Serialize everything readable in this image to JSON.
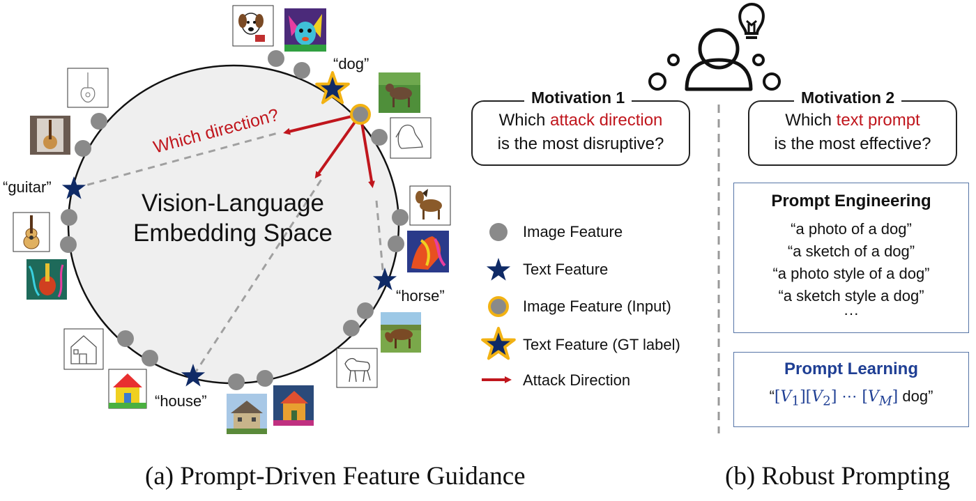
{
  "left": {
    "space_label_line1": "Vision-Language",
    "space_label_line2": "Embedding Space",
    "question": "Which direction?",
    "class_labels": {
      "dog": "“dog”",
      "guitar": "“guitar”",
      "horse": "“horse”",
      "house": "“house”"
    },
    "image_thumbnails": [
      "cartoon-dog-sketch",
      "colorful-dog-painting",
      "photo-dog",
      "dog-line-sketch",
      "cartoon-horse",
      "colorful-horse-painting",
      "photo-horse",
      "horse-line-sketch",
      "painted-house",
      "photo-house",
      "cartoon-house",
      "house-line-sketch",
      "colorful-guitar-painting",
      "photo-acoustic-guitar",
      "photo-guitar",
      "guitar-line-sketch"
    ],
    "legend": [
      {
        "icon": "gray-circle",
        "label": "Image Feature"
      },
      {
        "icon": "navy-star",
        "label": "Text Feature"
      },
      {
        "icon": "gold-ring-circle",
        "label": "Image Feature (Input)"
      },
      {
        "icon": "gold-outline-star",
        "label": "Text Feature (GT label)"
      },
      {
        "icon": "red-arrow",
        "label": "Attack Direction"
      }
    ],
    "caption": "(a) Prompt-Driven Feature Guidance"
  },
  "right": {
    "person_icon": "person-with-lightbulb-icon",
    "motivation1": {
      "title": "Motivation 1",
      "line1_pre": "Which ",
      "line1_hl": "attack direction",
      "line2": "is the most disruptive?"
    },
    "motivation2": {
      "title": "Motivation 2",
      "line1_pre": "Which ",
      "line1_hl": "text prompt",
      "line2": "is the most effective?"
    },
    "prompt_engineering": {
      "title": "Prompt Engineering",
      "prompts": [
        "“a photo of a dog”",
        "“a sketch of a dog”",
        "“a photo style of a dog”",
        "“a sketch style a dog”",
        "···"
      ]
    },
    "prompt_learning": {
      "title": "Prompt Learning",
      "tokens": [
        "V",
        "1",
        "V",
        "2",
        "V",
        "M"
      ],
      "dots": "⋯",
      "suffix": "dog",
      "open_quote": "“",
      "close_quote": "”"
    },
    "caption": "(b) Robust Prompting"
  },
  "colors": {
    "star_navy": "#0f2a66",
    "gold": "#f2b213",
    "feature_gray": "#8a8a8a",
    "attack_red": "#c0161d",
    "box_border": "#5574a6",
    "learning_title": "#1f3f94"
  }
}
